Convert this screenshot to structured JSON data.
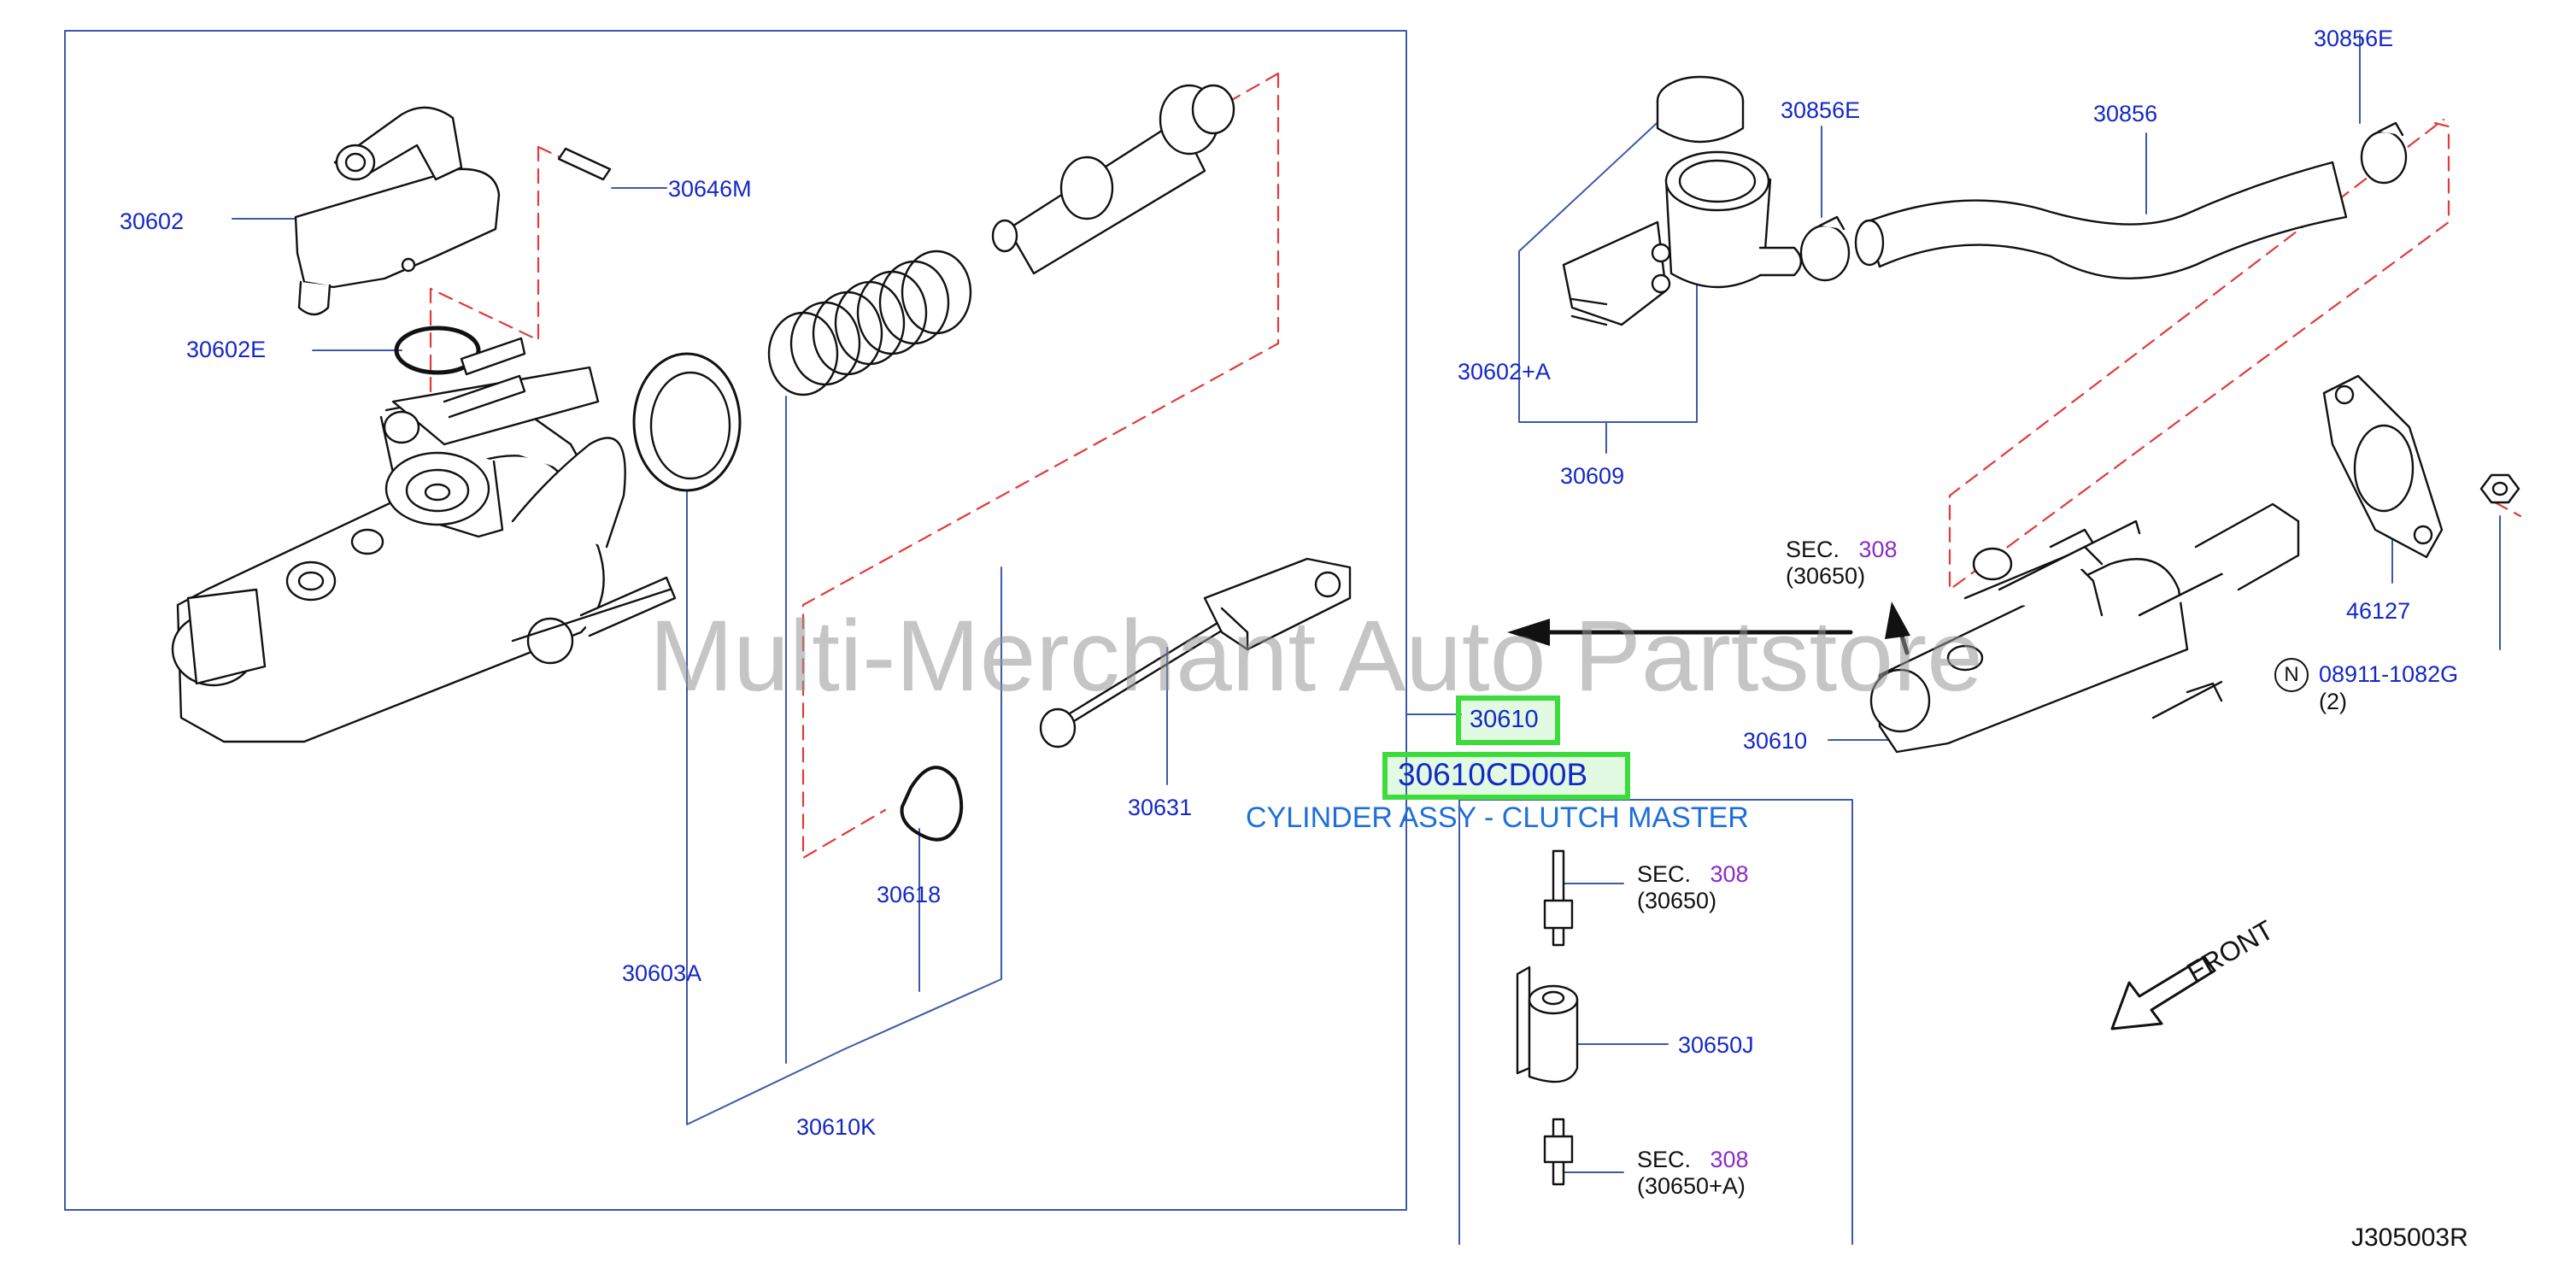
{
  "watermark": "Multi-Merchant Auto Partstore",
  "diagram_code": "J305003R",
  "front_label": "FRONT",
  "highlight": {
    "part_number": "30610",
    "full_part_number": "30610CD00B",
    "description": "CYLINDER ASSY - CLUTCH MASTER"
  },
  "labels": {
    "p30602": "30602",
    "p30646M": "30646M",
    "p30602E": "30602E",
    "p30603A": "30603A",
    "p30610K": "30610K",
    "p30618": "30618",
    "p30631": "30631",
    "p30602A": "30602+A",
    "p30609": "30609",
    "p30856E_a": "30856E",
    "p30856": "30856",
    "p30856E_b": "30856E",
    "p46127": "46127",
    "p08911": "08911-1082G",
    "p08911_qty": "(2)",
    "p08911_mark": "N",
    "p30610_right": "30610",
    "p30650J": "30650J"
  },
  "sections": [
    {
      "sec": "SEC.",
      "num": "308",
      "ref": "(30650)"
    },
    {
      "sec": "SEC.",
      "num": "308",
      "ref": "(30650)"
    },
    {
      "sec": "SEC.",
      "num": "308",
      "ref": "(30650+A)"
    }
  ]
}
